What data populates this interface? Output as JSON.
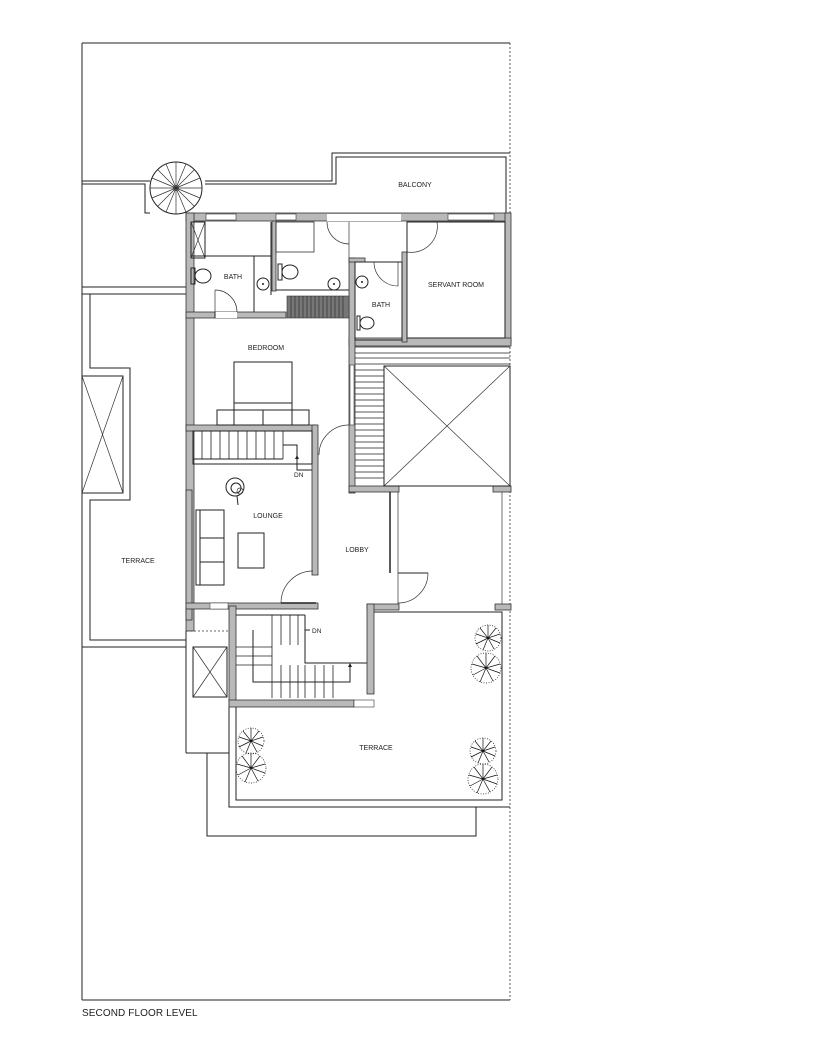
{
  "drawing": {
    "title": "SECOND FLOOR LEVEL",
    "rooms": {
      "balcony": "BALCONY",
      "bath_1": "BATH",
      "bath_2": "BATH",
      "servant_room": "SERVANT ROOM",
      "bedroom": "BEDROOM",
      "lounge": "LOUNGE",
      "lobby": "LOBBY",
      "terrace_left": "TERRACE",
      "terrace_bottom": "TERRACE"
    },
    "stair_labels": {
      "upper_stair_dn": "DN",
      "lower_stair_dn": "DN"
    },
    "colors": {
      "wall_fill": "#b9b9b9",
      "line": "#222222",
      "background": "#ffffff"
    }
  }
}
